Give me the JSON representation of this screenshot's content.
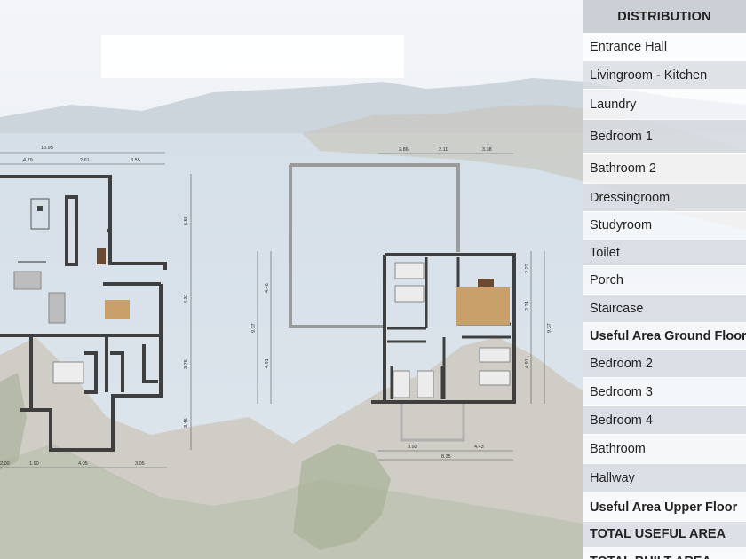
{
  "plan_dimensions": {
    "ground": {
      "top_total": "13.95",
      "top_segments": [
        "4.79",
        "2.61",
        "3.55"
      ],
      "bottom_segments": [
        "2.00",
        "1.90",
        "4.05",
        "3.05"
      ],
      "right": [
        "5.58",
        "4.31",
        "3.76",
        "3.46"
      ]
    },
    "upper": {
      "top_segments": [
        "2.86",
        "2.11",
        "3.38"
      ],
      "left_total": "9.37",
      "left_inner": [
        "4.46",
        "4.91"
      ],
      "right_inner": [
        "2.22",
        "2.24",
        "4.91"
      ],
      "right_total": "9.37",
      "bottom_segments": [
        "3.92",
        "4.43"
      ],
      "bottom_total": "8.35"
    }
  },
  "distribution": {
    "title": "DISTRIBUTION",
    "rows": [
      {
        "label": "Entrance Hall",
        "bold": false,
        "height": 30
      },
      {
        "label": "Livingroom - Kitchen",
        "bold": false,
        "height": 31
      },
      {
        "label": "Laundry",
        "bold": false,
        "height": 33
      },
      {
        "label": "Bedroom 1",
        "bold": false,
        "height": 37
      },
      {
        "label": "Bathroom 2",
        "bold": false,
        "height": 33
      },
      {
        "label": "Dressingroom",
        "bold": false,
        "height": 31
      },
      {
        "label": "Studyroom",
        "bold": false,
        "height": 30
      },
      {
        "label": "Toilet",
        "bold": false,
        "height": 29
      },
      {
        "label": "Porch",
        "bold": false,
        "height": 31
      },
      {
        "label": "Staircase",
        "bold": false,
        "height": 31
      },
      {
        "label": "Useful Area Ground Floor",
        "bold": true,
        "height": 29
      },
      {
        "label": "Bedroom 2",
        "bold": false,
        "height": 31
      },
      {
        "label": "Bedroom 3",
        "bold": false,
        "height": 31
      },
      {
        "label": "Bedroom 4",
        "bold": false,
        "height": 31
      },
      {
        "label": "Bathroom",
        "bold": false,
        "height": 32
      },
      {
        "label": "Hallway",
        "bold": false,
        "height": 32
      },
      {
        "label": "Useful Area Upper Floor",
        "bold": true,
        "height": 31
      },
      {
        "label": "TOTAL USEFUL AREA",
        "bold": true,
        "height": 28
      },
      {
        "label": "TOTAL BUILT AREA",
        "bold": true,
        "height": 31
      }
    ]
  },
  "colors": {
    "wall": "#3f3f3f",
    "stairs": "#c9a06a",
    "panel_header": "#c8ccd2"
  }
}
